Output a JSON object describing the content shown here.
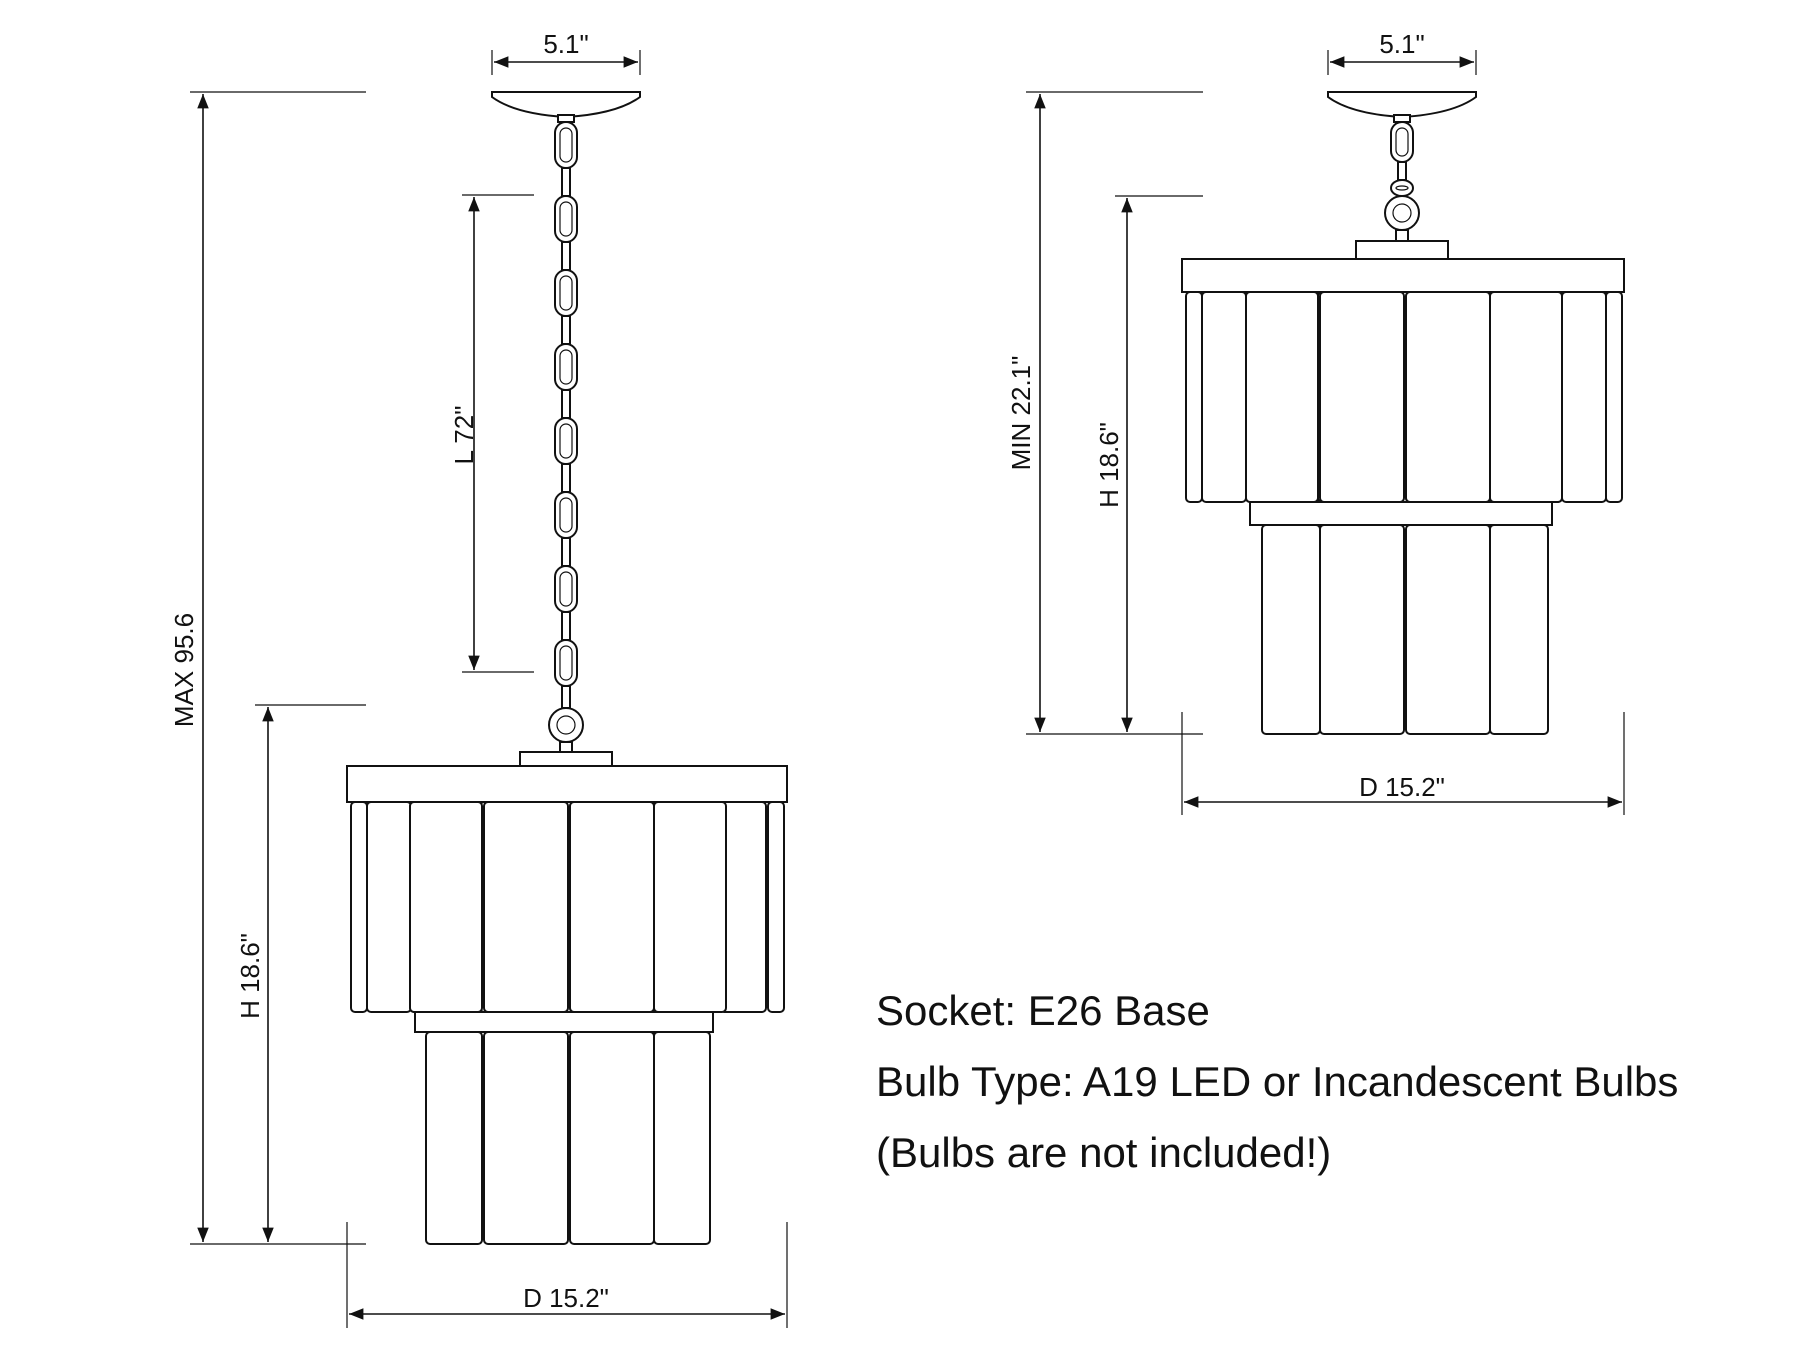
{
  "dimensions": {
    "canopy_width": "5.1\"",
    "chain_length": "L 72\"",
    "max_height": "MAX 95.6",
    "min_height": "MIN 22.1\"",
    "body_height": "H 18.6\"",
    "diameter": "D 15.2\""
  },
  "specs": {
    "socket": "Socket: E26 Base",
    "bulb_type": "Bulb Type: A19 LED or Incandescent Bulbs",
    "note": "(Bulbs are not included!)"
  }
}
